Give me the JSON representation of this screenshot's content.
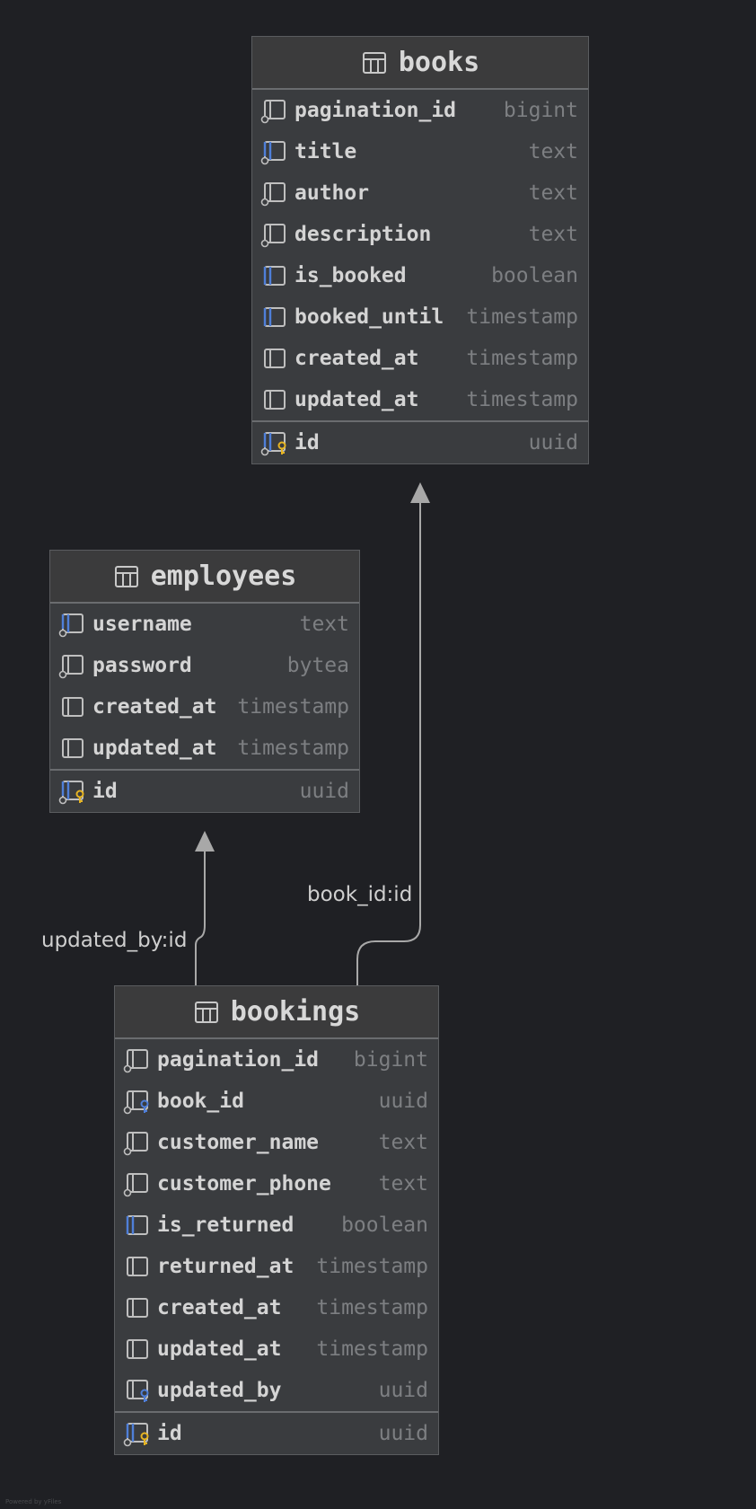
{
  "tables": {
    "books": {
      "name": "books",
      "columns": [
        {
          "name": "pagination_id",
          "type": "bigint"
        },
        {
          "name": "title",
          "type": "text"
        },
        {
          "name": "author",
          "type": "text"
        },
        {
          "name": "description",
          "type": "text"
        },
        {
          "name": "is_booked",
          "type": "boolean"
        },
        {
          "name": "booked_until",
          "type": "timestamp"
        },
        {
          "name": "created_at",
          "type": "timestamp"
        },
        {
          "name": "updated_at",
          "type": "timestamp"
        }
      ],
      "pk": {
        "name": "id",
        "type": "uuid"
      }
    },
    "employees": {
      "name": "employees",
      "columns": [
        {
          "name": "username",
          "type": "text"
        },
        {
          "name": "password",
          "type": "bytea"
        },
        {
          "name": "created_at",
          "type": "timestamp"
        },
        {
          "name": "updated_at",
          "type": "timestamp"
        }
      ],
      "pk": {
        "name": "id",
        "type": "uuid"
      }
    },
    "bookings": {
      "name": "bookings",
      "columns": [
        {
          "name": "pagination_id",
          "type": "bigint"
        },
        {
          "name": "book_id",
          "type": "uuid"
        },
        {
          "name": "customer_name",
          "type": "text"
        },
        {
          "name": "customer_phone",
          "type": "text"
        },
        {
          "name": "is_returned",
          "type": "boolean"
        },
        {
          "name": "returned_at",
          "type": "timestamp"
        },
        {
          "name": "created_at",
          "type": "timestamp"
        },
        {
          "name": "updated_at",
          "type": "timestamp"
        },
        {
          "name": "updated_by",
          "type": "uuid"
        }
      ],
      "pk": {
        "name": "id",
        "type": "uuid"
      }
    }
  },
  "relations": {
    "book": "book_id:id",
    "employee": "updated_by:id"
  },
  "footer": "Powered by yFiles",
  "colors": {
    "background": "#1f2024",
    "table_body": "#3a3c3f",
    "table_header": "#3b3b3c",
    "text": "#d4d4d4",
    "type_text": "#7d7f82",
    "connector": "#a8a8a8",
    "key_yellow": "#e6b422",
    "key_blue": "#4f7fd9",
    "blue_accent": "#4f7fd9"
  },
  "icons": {
    "table_header": "table-grid-icon",
    "column_plain": "column-icon",
    "column_indexed": "column-indexed-icon",
    "column_not_null": "column-not-null-icon",
    "primary_key": "primary-key-icon",
    "foreign_key": "foreign-key-icon"
  }
}
